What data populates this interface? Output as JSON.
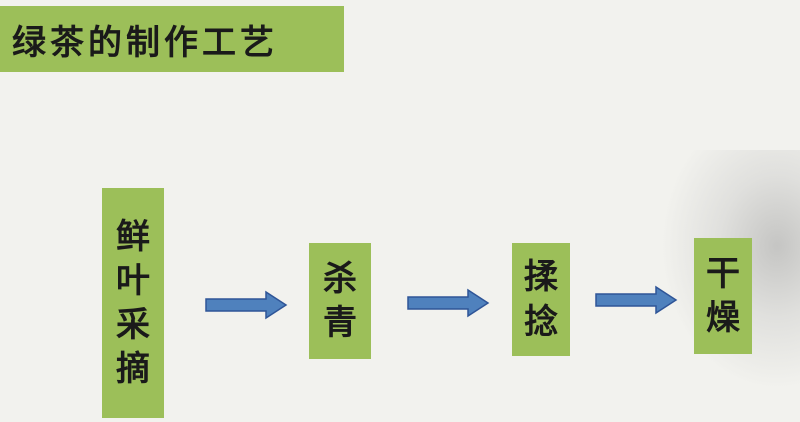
{
  "title": "绿茶的制作工艺",
  "steps": [
    {
      "label": "鲜叶采摘",
      "chars": [
        "鲜",
        "叶",
        "采",
        "摘"
      ]
    },
    {
      "label": "杀青",
      "chars": [
        "杀",
        "青"
      ]
    },
    {
      "label": "揉捻",
      "chars": [
        "揉",
        "捻"
      ]
    },
    {
      "label": "干燥",
      "chars": [
        "干",
        "燥"
      ]
    }
  ],
  "colors": {
    "box_fill": "#9cbf59",
    "arrow_fill": "#4f81bd",
    "arrow_stroke": "#2f5597",
    "background": "#f2f2ee"
  }
}
